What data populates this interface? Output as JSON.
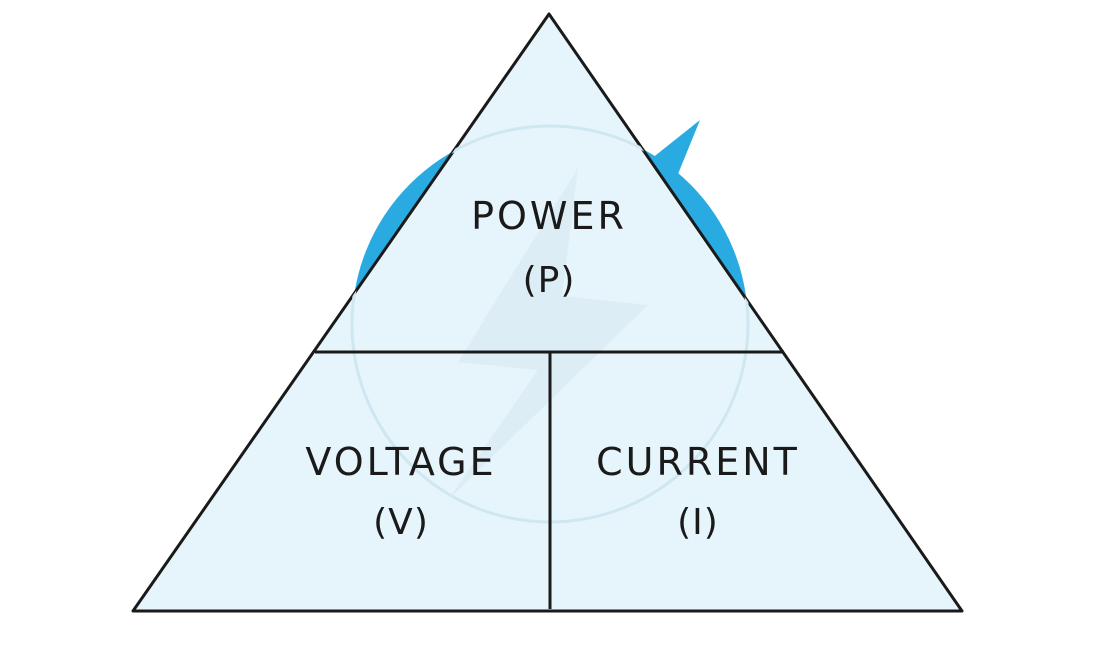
{
  "diagram": {
    "name": "power-voltage-current-formula-triangle",
    "top_section": {
      "label": "POWER",
      "symbol": "(P)"
    },
    "bottom_left_section": {
      "label": "VOLTAGE",
      "symbol": "(V)"
    },
    "bottom_right_section": {
      "label": "CURRENT",
      "symbol": "(I)"
    },
    "colors": {
      "background": "#ffffff",
      "triangle_fill": "#e6f5fb",
      "outline": "#1a1a1a",
      "accent_blue": "#29abe2",
      "watermark_ring": "#cfe7f1",
      "watermark_bolt": "#dcedf6"
    }
  }
}
